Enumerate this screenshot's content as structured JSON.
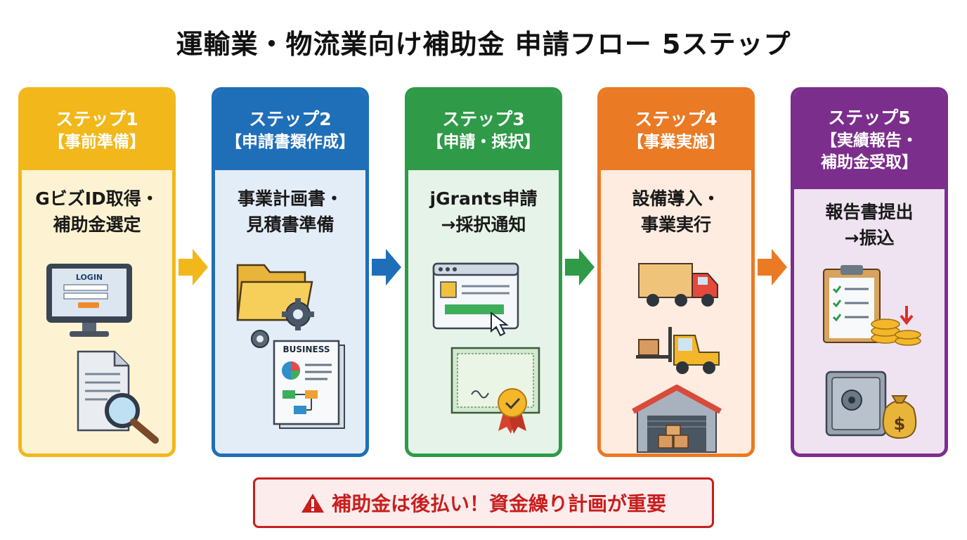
{
  "title": "運輸業・物流業向け補助金 申請フロー 5ステップ",
  "steps": [
    {
      "step": "ステップ1",
      "sub": [
        "【事前準備】"
      ],
      "desc": [
        "GビズID取得・",
        "補助金選定"
      ],
      "icon_names": [
        "computer-login-icon",
        "document-search-icon"
      ],
      "icon_text": {
        "login": "LOGIN"
      },
      "colors": {
        "accent": "#f2b71b",
        "bg": "#fdf3d2"
      }
    },
    {
      "step": "ステップ2",
      "sub": [
        "【申請書類作成】"
      ],
      "desc": [
        "事業計画書・",
        "見積書準備"
      ],
      "icon_names": [
        "folder-gears-icon",
        "business-plan-icon"
      ],
      "icon_text": {
        "business": "BUSINESS"
      },
      "colors": {
        "accent": "#1f6fb8",
        "bg": "#e3edf8"
      }
    },
    {
      "step": "ステップ3",
      "sub": [
        "【申請・採択】"
      ],
      "desc": [
        "jGrants申請",
        "→採択通知"
      ],
      "icon_names": [
        "browser-click-icon",
        "certificate-icon"
      ],
      "colors": {
        "accent": "#2f9a48",
        "bg": "#e6f3e8"
      }
    },
    {
      "step": "ステップ4",
      "sub": [
        "【事業実施】"
      ],
      "desc": [
        "設備導入・",
        "事業実行"
      ],
      "icon_names": [
        "truck-icon",
        "forklift-icon",
        "warehouse-icon"
      ],
      "colors": {
        "accent": "#ea7a24",
        "bg": "#fdecdf"
      }
    },
    {
      "step": "ステップ5",
      "sub": [
        "【実績報告・",
        "補助金受取】"
      ],
      "desc": [
        "報告書提出",
        "→振込"
      ],
      "icon_names": [
        "checklist-clipboard-icon",
        "coins-icon",
        "safe-money-bag-icon"
      ],
      "colors": {
        "accent": "#7b2e8c",
        "bg": "#efe3f2"
      }
    }
  ],
  "banner": {
    "text": "補助金は後払い！資金繰り計画が重要",
    "icon": "warning-icon",
    "color": "#c81e1e"
  }
}
